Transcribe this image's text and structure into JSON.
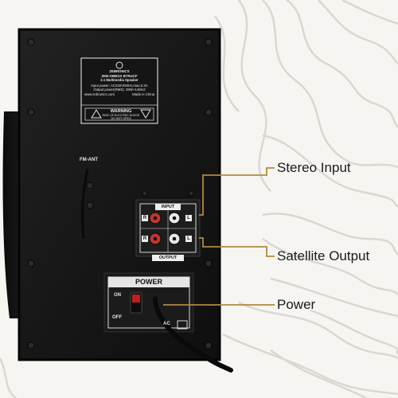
{
  "label_plate": {
    "brand": "ZEBRONICS",
    "model": "ZEB-OMEGA BTRUCF",
    "product": "2.1 Multimedia Speaker",
    "input_power": "Input power: AC230V/50Hz,max,0.3A",
    "output_power": "Output power(RMS): 28W+14Wx2",
    "website": "www.zebronics.com",
    "made_in": "Made in China",
    "warning_title": "WARNING",
    "warning_line1": "RISK OF ELECTRIC SHOCK",
    "warning_line2": "DO NOT OPEN"
  },
  "panel": {
    "fm_ant": "FM-ANT",
    "input_label": "INPUT",
    "output_label": "OUTPUT",
    "jack_r": "R",
    "jack_l": "L",
    "power_label": "POWER",
    "switch_on": "ON",
    "switch_off": "OFF",
    "ac_label": "AC"
  },
  "callouts": {
    "stereo_input": "Stereo Input",
    "satellite_output": "Satellite Output",
    "power": "Power"
  },
  "colors": {
    "leader_line": "#b08a3e",
    "cabinet": "#151515",
    "panel": "#1d1d1d",
    "rca_red": "#c5362b",
    "rca_white": "#e8e8e8",
    "background": "#f7f5f2",
    "contour_lines": "#d9d6d1"
  }
}
